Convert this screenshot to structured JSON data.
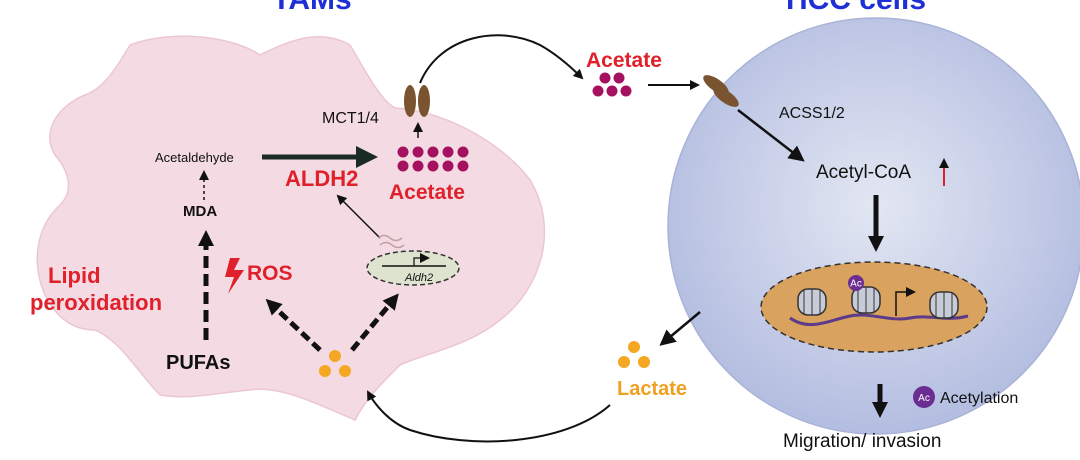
{
  "titles": {
    "tams": "TAMs",
    "hcc": "HCC cells"
  },
  "tam_cell": {
    "acetaldehyde": "Acetaldehyde",
    "mda": "MDA",
    "lipid_line1": "Lipid",
    "lipid_line2": "peroxidation",
    "pufas": "PUFAs",
    "ros": "ROS",
    "aldh2_enzyme": "ALDH2",
    "aldh2_gene": "Aldh2",
    "acetate": "Acetate",
    "transporter": "MCT1/4"
  },
  "extracellular": {
    "acetate": "Acetate",
    "lactate": "Lactate"
  },
  "hcc_cell": {
    "enzyme": "ACSS1/2",
    "acetyl_coa": "Acetyl-CoA",
    "ac_mark": "Ac"
  },
  "legend": {
    "ac_mark": "Ac",
    "acetylation": "Acetylation"
  },
  "outcome": "Migration/ invasion",
  "colors": {
    "title_blue": "#1f2fd6",
    "tam_fill": "#f4dbe3",
    "hcc_fill": "#c6cde6",
    "nucleus_fill": "#d9a35f",
    "acetate_dot": "#a6115f",
    "lactate_dot": "#f5a623",
    "red_text": "#e0202a",
    "transporter": "#7a5430",
    "ac_badge": "#6b2d91"
  }
}
